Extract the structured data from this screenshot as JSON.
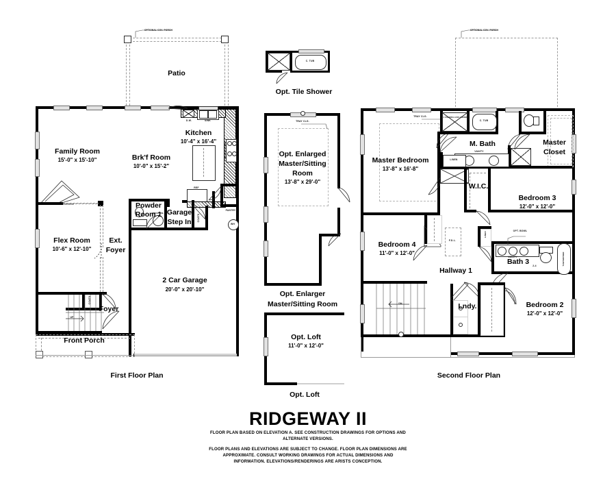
{
  "sheet": {
    "title": "RIDGEWAY II",
    "disclaimer_1": "FLOOR PLAN BASED ON ELEVATION A. SEE CONSTRUCTION DRAWINGS FOR OPTIONS AND ALTERNATE VERSIONS.",
    "disclaimer_2": "FLOOR PLANS AND ELEVATIONS ARE SUBJECT TO CHANGE. FLOOR PLAN DIMENSIONS ARE APPROXIMATE. CONSULT WORKING DRAWINGS FOR ACTUAL DIMENSIONS AND INFORMATION. ELEVATIONS/RENDERINGS ARE ARISTS CONCEPTION.",
    "background": "#ffffff",
    "ink": "#000000"
  },
  "plans": [
    {
      "id": "first-floor",
      "caption": "First Floor Plan"
    },
    {
      "id": "second-floor",
      "caption": "Second Floor Plan"
    },
    {
      "id": "opt-tile-shower",
      "caption": "Opt. Tile Shower"
    },
    {
      "id": "opt-master-sitting",
      "caption_line1": "Opt. Enlarger",
      "caption_line2": "Master/Sitting Room"
    },
    {
      "id": "opt-loft",
      "caption": "Opt. Loft"
    }
  ],
  "first_floor": {
    "rooms": [
      {
        "name": "Patio",
        "dim": ""
      },
      {
        "name": "Kitchen",
        "dim": "10'-4\" x 16'-4\""
      },
      {
        "name": "Family Room",
        "dim": "15'-0\" x  15'-10\""
      },
      {
        "name": "Brk'f Room",
        "dim": "10'-0\" x 15'-2\""
      },
      {
        "name": "Powder",
        "dim": ""
      },
      {
        "name": "Room 1",
        "dim": ""
      },
      {
        "name": "Garage",
        "dim": ""
      },
      {
        "name": "Step In",
        "dim": ""
      },
      {
        "name": "Flex Room",
        "dim": "10'-6\" x  12'-10\""
      },
      {
        "name": "Ext.",
        "dim": ""
      },
      {
        "name": "Foyer",
        "dim": ""
      },
      {
        "name": "2 Car Garage",
        "dim": "20'-0\" x 20'-10\""
      },
      {
        "name": "Foyer",
        "dim": ""
      },
      {
        "name": "Front Porch",
        "dim": ""
      }
    ],
    "annotations": [
      "OPTIONAL COV. PORCH",
      "D.W.",
      "SINK",
      "REF",
      "MICRO/OVEN",
      "PANTRY",
      "WH",
      "COATS",
      "COATS",
      "UP",
      "PWDR. RM."
    ]
  },
  "second_floor": {
    "rooms": [
      {
        "name": "Master Bedroom",
        "dim": "13'-8\" x 16'-8\""
      },
      {
        "name": "M. Bath",
        "dim": ""
      },
      {
        "name": "Master",
        "dim": ""
      },
      {
        "name": "Closet",
        "dim": ""
      },
      {
        "name": "W.I.C.",
        "dim": ""
      },
      {
        "name": "Bedroom 3",
        "dim": "12'-0\" x 12'-0\""
      },
      {
        "name": "Bedroom 4",
        "dim": "11'-0\" x 12'-0\""
      },
      {
        "name": "Bath 3",
        "dim": ""
      },
      {
        "name": "Hallway 1",
        "dim": ""
      },
      {
        "name": "Lndy.",
        "dim": ""
      },
      {
        "name": "Bedroom 2",
        "dim": "12'-0\" x 12'-0\""
      }
    ],
    "annotations": [
      "OPTIONAL COV. PORCH",
      "TRAY CLG.",
      "1 FIBERGLASS SHWR",
      "C. TUB",
      "VANITY",
      "LINEN",
      "F.D.L.",
      "OPT. BOWL",
      "VANITY",
      "LINEN",
      "TUB/SHOWER",
      "DN",
      "2-4"
    ]
  },
  "opt_tile_shower": {
    "annotation": "C. TUB"
  },
  "opt_master_sitting": {
    "room_line1": "Opt. Enlarged",
    "room_line2": "Master/Sitting",
    "room_line3": "Room",
    "dim": "13'-8\" x 29'-0\"",
    "annotation": "TRAY CLG."
  },
  "opt_loft": {
    "name": "Opt. Loft",
    "dim": "11'-0\" x 12'-0\""
  }
}
